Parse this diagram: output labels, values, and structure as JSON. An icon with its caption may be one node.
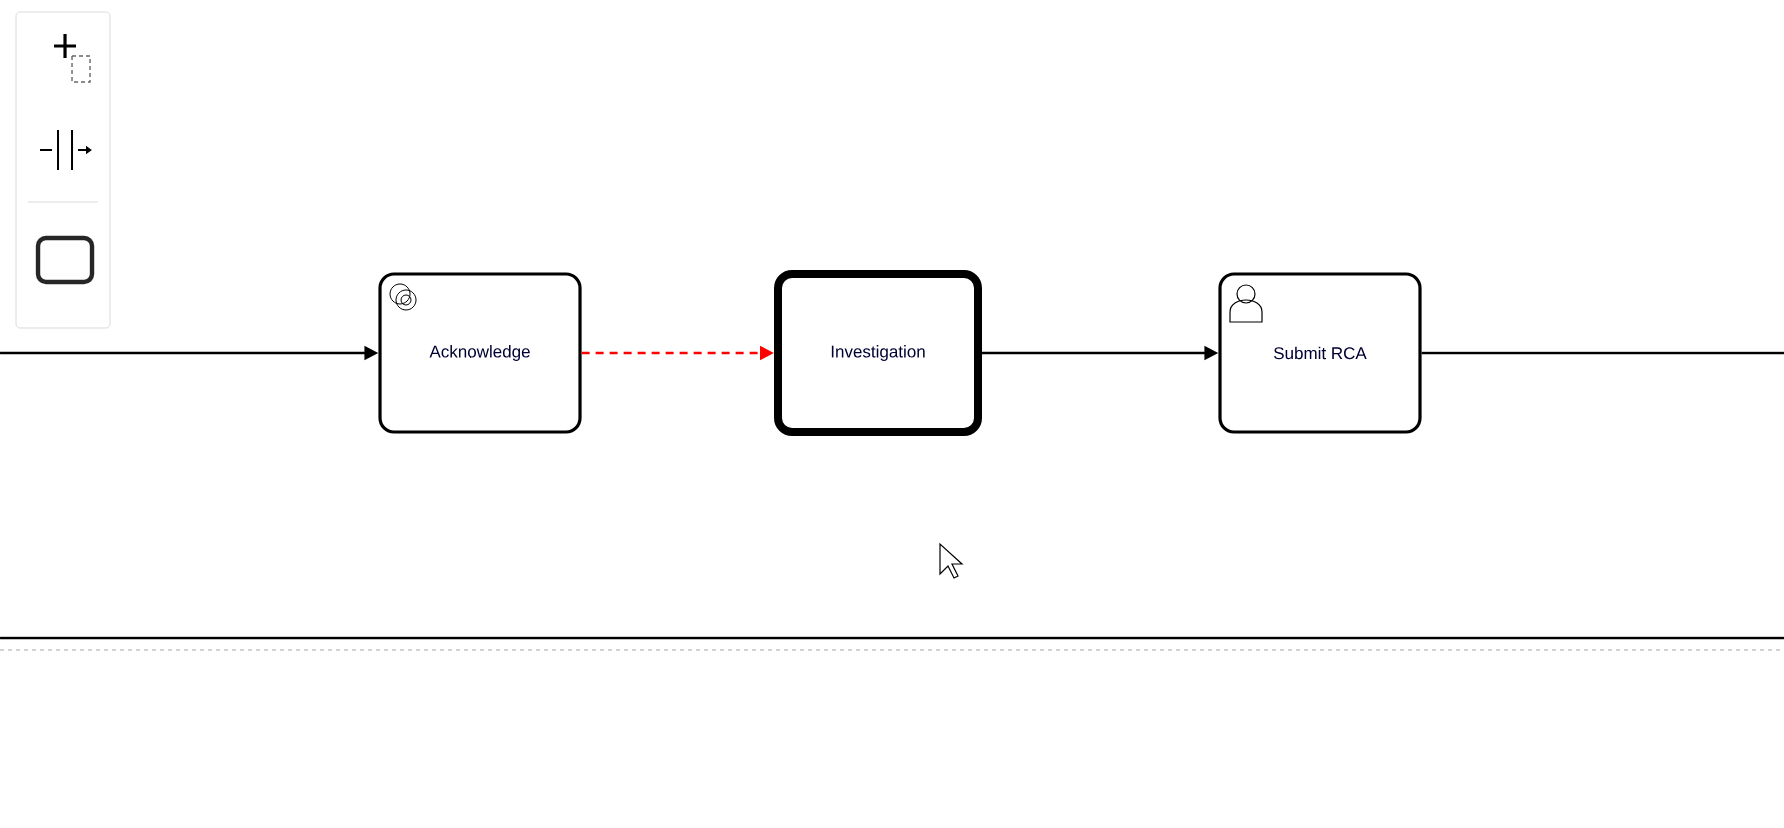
{
  "diagram": {
    "nodes": [
      {
        "text": [
          "Acknowledge"
        ]
      },
      {
        "text": [
          "Investigation"
        ]
      },
      {
        "text": [
          "Submit RCA"
        ]
      }
    ],
    "edges": [
      {
        "from": null,
        "to": 0,
        "arrow": "to"
      },
      {
        "from": 0,
        "to": 1,
        "arrow": "to",
        "style": "dashed",
        "color": "#ff0000"
      },
      {
        "from": 1,
        "to": 2,
        "arrow": "to"
      },
      {
        "from": 2,
        "to": null,
        "arrow": "none"
      }
    ]
  }
}
